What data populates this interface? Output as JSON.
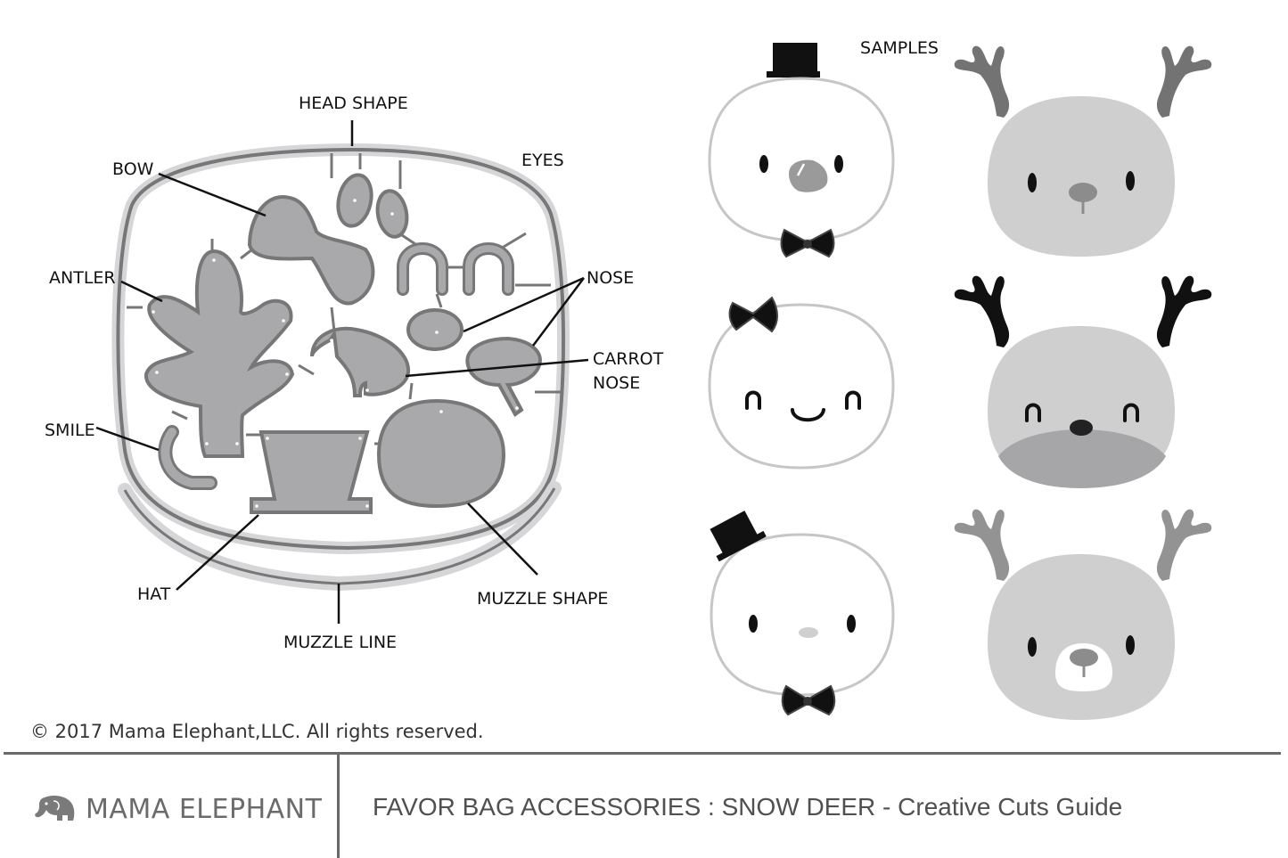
{
  "labels": {
    "head_shape": "HEAD SHAPE",
    "bow": "BOW",
    "eyes": "EYES",
    "antler": "ANTLER",
    "nose": "NOSE",
    "carrot": "CARROT",
    "nose2": "NOSE",
    "smile": "SMILE",
    "hat": "HAT",
    "muzzle_line": "MUZZLE LINE",
    "muzzle_shape": "MUZZLE SHAPE",
    "samples": "SAMPLES"
  },
  "copyright": "© 2017 Mama Elephant,LLC. All rights reserved.",
  "footer": {
    "brand": "MAMA ELEPHANT",
    "title": "FAVOR BAG ACCESSORIES : SNOW DEER - Creative Cuts Guide"
  },
  "colors": {
    "die_outline": "#777777",
    "die_fill": "#a9a9ab",
    "die_rim": "#d6d6d8",
    "face_fill": "#cfcfd0",
    "antler_dark": "#737373",
    "antler_mid": "#939393",
    "ink": "#111111"
  }
}
